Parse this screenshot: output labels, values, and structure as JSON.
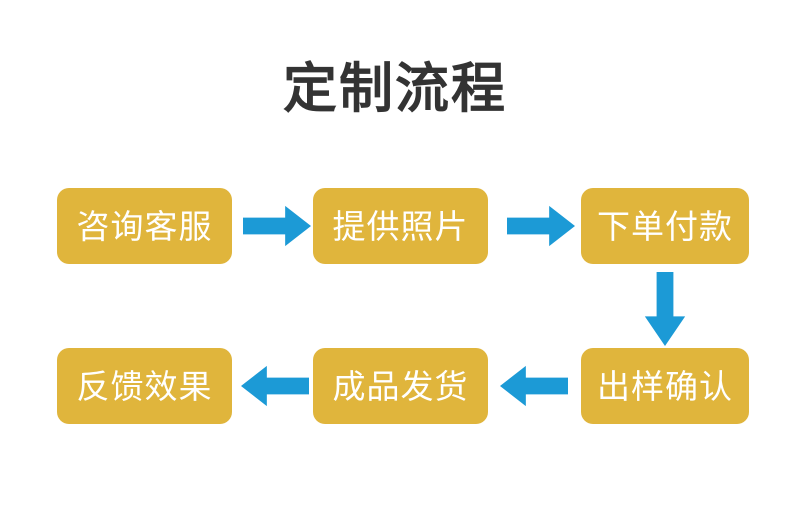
{
  "page": {
    "title": "定制流程",
    "background_color": "#FFFFFF",
    "title_color": "#333333",
    "box_color": "#E0B53C",
    "box_text_color": "#FFFFFF",
    "arrow_color": "#1C9AD6"
  },
  "flow": {
    "steps": [
      {
        "id": "step-1",
        "order": 1,
        "label": "咨询客服",
        "row": 1,
        "column": 1
      },
      {
        "id": "step-2",
        "order": 2,
        "label": "提供照片",
        "row": 1,
        "column": 2
      },
      {
        "id": "step-3",
        "order": 3,
        "label": "下单付款",
        "row": 1,
        "column": 3
      },
      {
        "id": "step-4",
        "order": 4,
        "label": "出样确认",
        "row": 2,
        "column": 3
      },
      {
        "id": "step-5",
        "order": 5,
        "label": "成品发货",
        "row": 2,
        "column": 2
      },
      {
        "id": "step-6",
        "order": 6,
        "label": "反馈效果",
        "row": 2,
        "column": 1
      }
    ],
    "connectors": [
      {
        "id": "arrow-1",
        "from": "step-1",
        "to": "step-2",
        "direction": "right"
      },
      {
        "id": "arrow-2",
        "from": "step-2",
        "to": "step-3",
        "direction": "right"
      },
      {
        "id": "arrow-3",
        "from": "step-3",
        "to": "step-4",
        "direction": "down"
      },
      {
        "id": "arrow-4",
        "from": "step-4",
        "to": "step-5",
        "direction": "left"
      },
      {
        "id": "arrow-5",
        "from": "step-5",
        "to": "step-6",
        "direction": "left"
      }
    ]
  }
}
